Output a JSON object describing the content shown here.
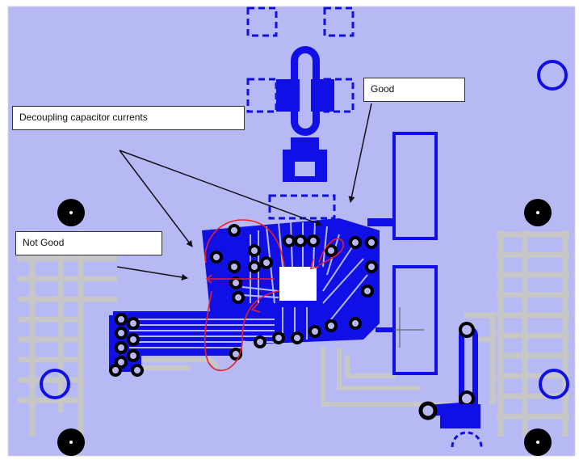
{
  "annotations": {
    "good": "Good",
    "decoupling": "Decoupling  capacitor currents",
    "not_good": "Not Good"
  },
  "colors": {
    "board_background": "#b7b9f4",
    "copper_top": "#1010e6",
    "silk_gray": "#c7c7c7",
    "drill_black": "#000000",
    "current_loop_red": "#e8202a",
    "arrow_black": "#111111"
  }
}
